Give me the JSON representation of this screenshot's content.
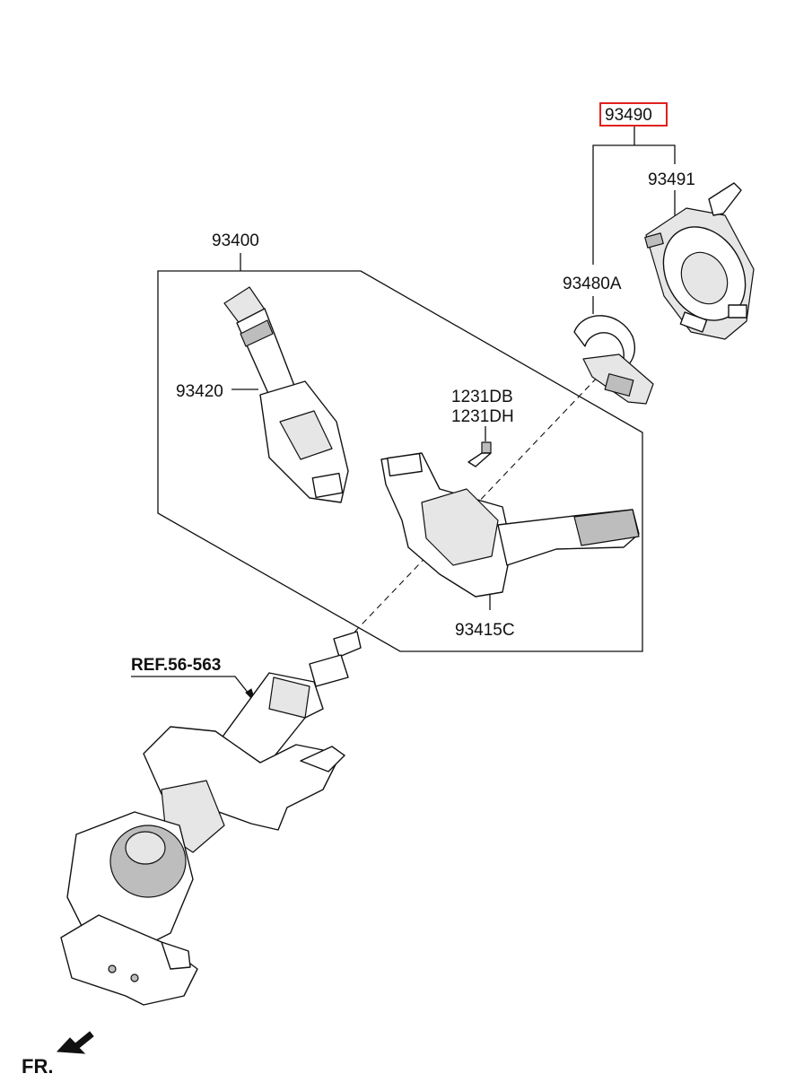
{
  "labels": {
    "assy_main": "93490",
    "clock_spring": "93491",
    "switch_assy": "93400",
    "ring": "93480A",
    "light_switch": "93420",
    "screw_a": "1231DB",
    "screw_b": "1231DH",
    "wiper_switch": "93415C",
    "ref": "REF.56-563",
    "front": "FR."
  },
  "colors": {
    "highlight_box": "#e0201c",
    "line": "#111111"
  },
  "icons": {
    "front_arrow": "arrow-left-down-icon"
  }
}
